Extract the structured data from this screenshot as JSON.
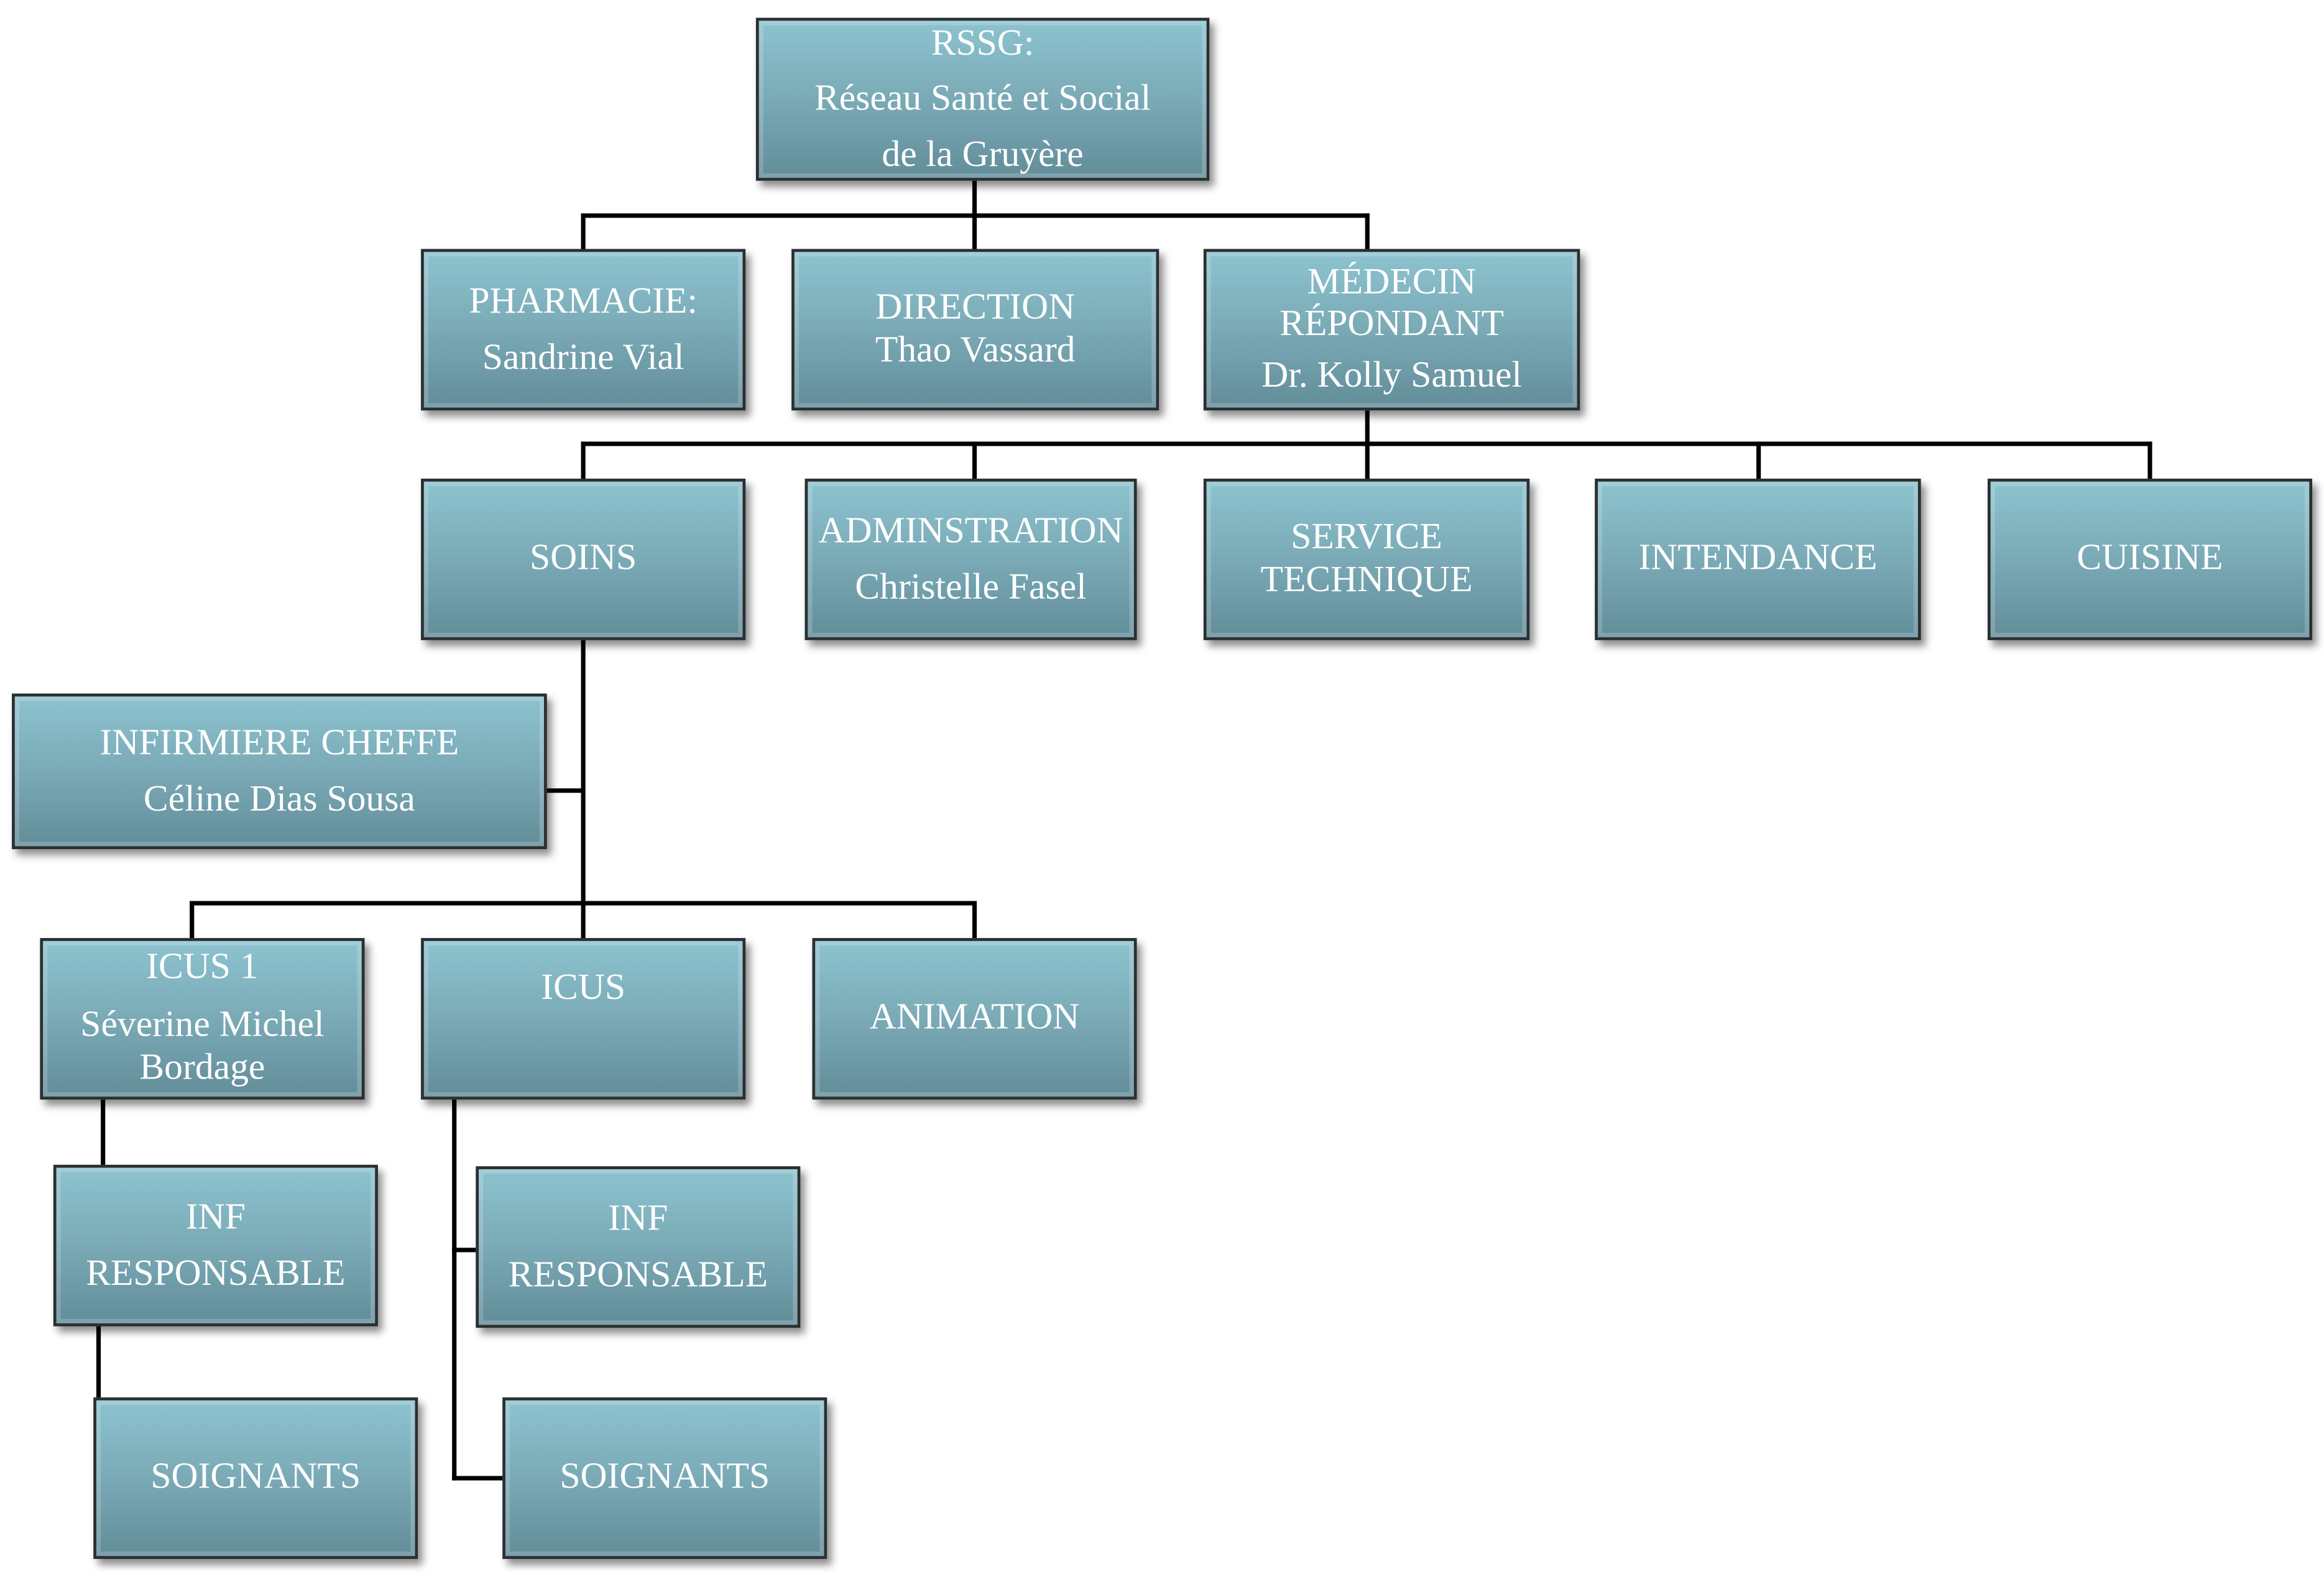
{
  "nodes": {
    "rssg": [
      "RSSG:",
      "Réseau Santé et Social",
      "de la Gruyère"
    ],
    "pharmacie": [
      "PHARMACIE:",
      "Sandrine Vial"
    ],
    "direction": [
      "DIRECTION",
      "Thao Vassard"
    ],
    "medecin": [
      "MÉDECIN",
      "RÉPONDANT",
      "Dr. Kolly Samuel"
    ],
    "soins": [
      "SOINS"
    ],
    "administration": [
      "ADMINSTRATION",
      "Christelle Fasel"
    ],
    "service_technique": [
      "SERVICE",
      "TECHNIQUE"
    ],
    "intendance": [
      "INTENDANCE"
    ],
    "cuisine": [
      "CUISINE"
    ],
    "infirmiere_cheffe": [
      "INFIRMIERE CHEFFE",
      "Céline Dias Sousa"
    ],
    "icus1": [
      "ICUS 1",
      "Séverine Michel",
      "Bordage"
    ],
    "icus": [
      "ICUS"
    ],
    "animation": [
      "ANIMATION"
    ],
    "inf_resp_1": [
      "INF",
      "RESPONSABLE"
    ],
    "inf_resp_2": [
      "INF",
      "RESPONSABLE"
    ],
    "soignants_1": [
      "SOIGNANTS"
    ],
    "soignants_2": [
      "SOIGNANTS"
    ]
  },
  "colors": {
    "box_top": "#8cc3cf",
    "box_bottom": "#628d99",
    "line": "#000000",
    "text": "#ffffff"
  }
}
